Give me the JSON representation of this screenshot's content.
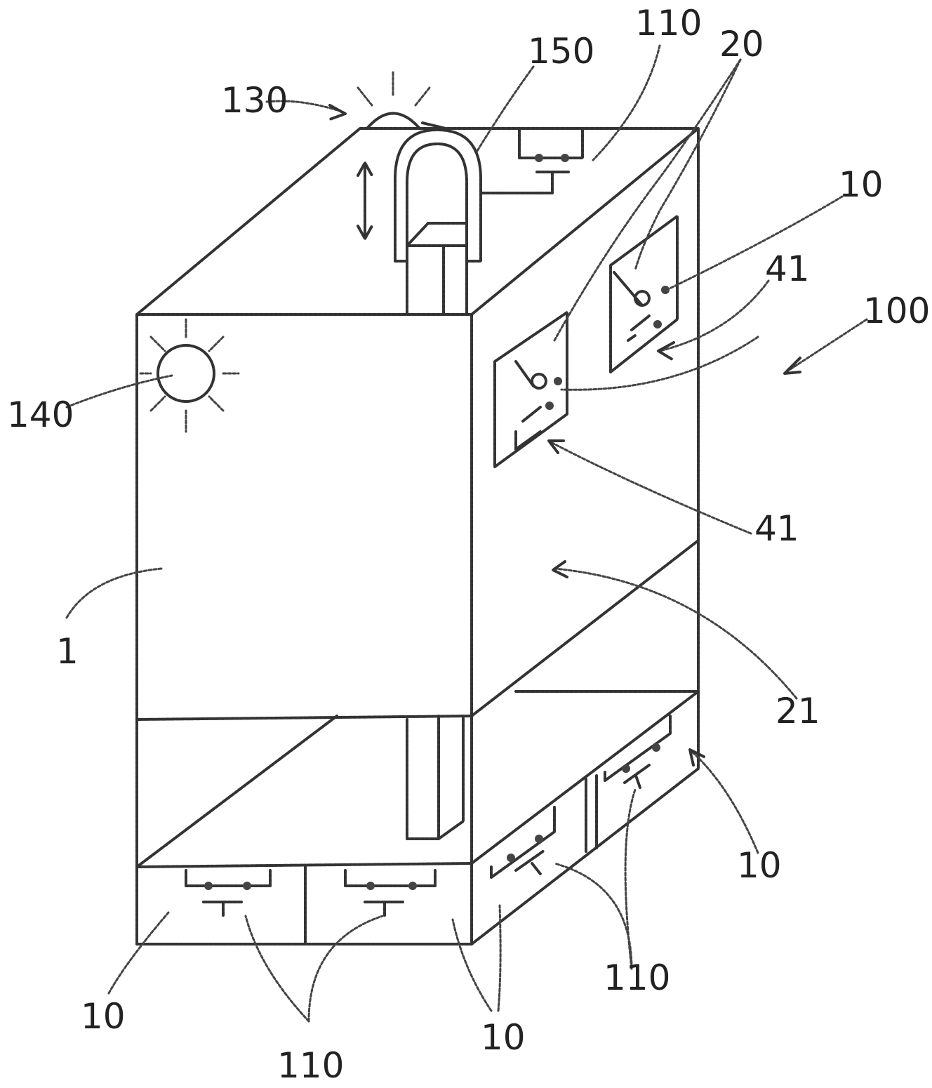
{
  "labels": {
    "l130": "130",
    "l150": "150",
    "l110_top": "110",
    "l20": "20",
    "l10_top": "10",
    "l41_upper": "41",
    "l100": "100",
    "l140": "140",
    "l41_lower": "41",
    "l1": "1",
    "l21": "21",
    "l10_right": "10",
    "l110_bottom_right": "110",
    "l10_bottom_left": "10",
    "l110_bottom": "110",
    "l10_bottom_mid": "10"
  }
}
